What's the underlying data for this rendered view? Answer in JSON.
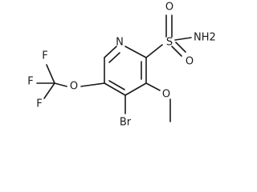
{
  "structure": {
    "labels": {
      "n_ring": "N",
      "sulfur": "S",
      "sulfonyl_o_top": "O",
      "sulfonyl_o_bottom": "O",
      "amine": "NH2",
      "methoxy_o": "O",
      "bromine": "Br",
      "ether_o": "O",
      "f_top": "F",
      "f_left": "F",
      "f_bottom": "F"
    }
  }
}
